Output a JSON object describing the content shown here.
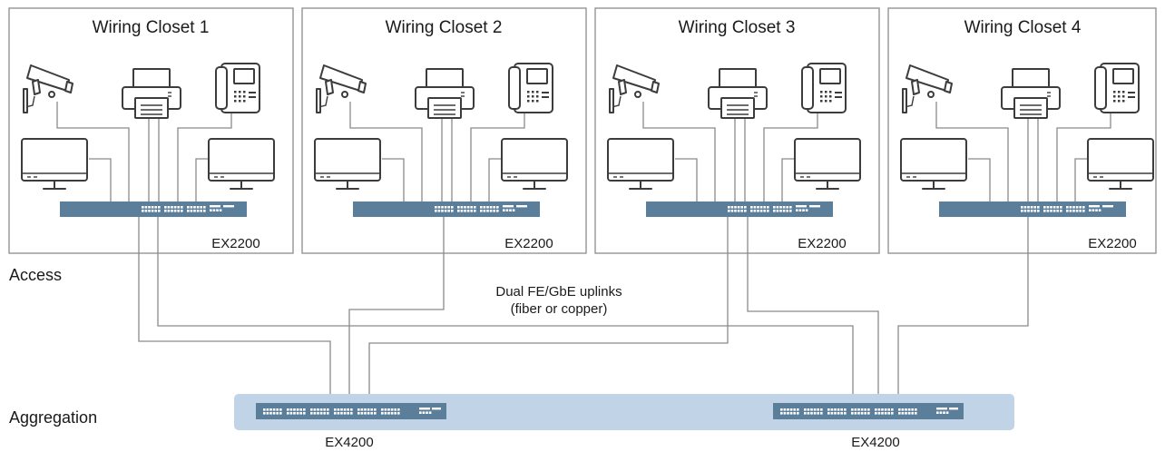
{
  "closets": [
    {
      "title": "Wiring Closet 1",
      "switch_label": "EX2200"
    },
    {
      "title": "Wiring Closet 2",
      "switch_label": "EX2200"
    },
    {
      "title": "Wiring Closet 3",
      "switch_label": "EX2200"
    },
    {
      "title": "Wiring Closet 4",
      "switch_label": "EX2200"
    }
  ],
  "tiers": {
    "access": "Access",
    "aggregation": "Aggregation"
  },
  "uplink_note": {
    "line1": "Dual FE/GbE uplinks",
    "line2": "(fiber or copper)"
  },
  "aggregation_switches": [
    {
      "label": "EX4200"
    },
    {
      "label": "EX4200"
    }
  ],
  "device_icons": [
    "security-camera-icon",
    "printer-icon",
    "ip-phone-icon",
    "desktop-monitor-icon",
    "desktop-monitor-icon"
  ],
  "colors": {
    "switch": "#5b7f9b",
    "aggregation_band": "#c1d3e6",
    "wire": "#8a8a8a",
    "border": "#8c8c8c"
  }
}
